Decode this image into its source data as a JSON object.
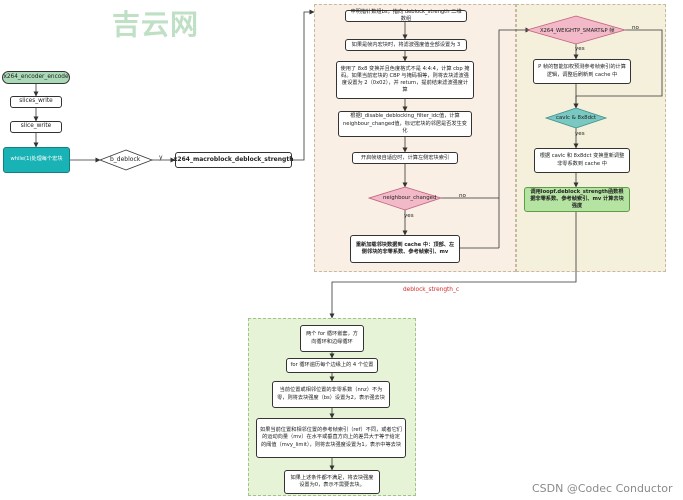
{
  "watermark_logo": "吉云网",
  "footer_credit": "CSDN @Codec Conductor",
  "colors": {
    "start_node": "#a9d9b7",
    "main_node": "#1ab3b5",
    "left_region": "#f9efe4",
    "right_region": "#f5f0dc",
    "bottom_region": "#e7f3d6",
    "diamond_pink": "#f2b9c8",
    "diamond_teal": "#79c8c2",
    "green_node": "#b4e3a2",
    "section_label": "#d22a2a"
  },
  "left_chain": {
    "start": "x264_encoder_encode",
    "step1": "slices_write",
    "step2": "slice_write",
    "loop": "while(1)处理每个宏块"
  },
  "decision_b_deblock": "b_deblock",
  "yes_y": "y",
  "main_function": "x264_macroblock_deblock_strength",
  "top_flow": {
    "n1": "申明指针数组bs，指向 deblock_strength 二维数组",
    "n2": "如果是帧内宏块时，将滤波强度值全部设置为 3",
    "n3": "使用了 8x8 变换并且色度格式不是 4:4:4，计算 cbp 掩码。如果当前宏块的 CBP 与掩码相等，则将去块滤波强度设置为 2（0x02），并 return，提前结束滤波强度计算",
    "n4": "根据l_disable_deblocking_filter_idc值，计算 neighbour_changed值，标记宏块的邻居是否发生变化",
    "n5": "开启帧级自适应时，计算左侧宏块索引",
    "d_neighbour": "neighbour_changed",
    "no": "no",
    "yes": "yes",
    "n6": "重新加载邻块数据到 cache 中：顶部、左侧邻块的非零系数、参考帧索引、mv"
  },
  "right_flow": {
    "d_weight": "X264_WEIGHTP_SMART&P 帧",
    "no": "no",
    "yes1": "yes",
    "r1": "P 帧的智能加权预测参考帧索引的计算逻辑，调整后刷新到 cache 中",
    "d_cavlc": "cavlc & 8x8dct",
    "yes2": "yes",
    "r2": "根据 cavlc 和 8x8dct 变换重新调整非零系数到 cache 中",
    "r3": "调用loopf.deblock_strength函数根据非零系数、参考帧索引、mv 计算去块强度"
  },
  "section_label": "deblock_strength_c",
  "bottom_flow": {
    "b1": "两个 for 循环嵌套，方向循环和边缘循环",
    "b2": "for 循环遍历每个边缘上的 4 个位置",
    "b3": "当前位置或相邻位置的非零系数（nnz）不为零，则将去块强度（bs）设置为2，表示强去块",
    "b4": "如果当前位置和相邻位置的参考帧索引（ref）不同，或者它们的运动向量（mv）在水平或垂直方向上的差异大于等于给定的阈值（mvy_limit），则将去块强度设置为1，表示中等去块",
    "b5": "如果上述条件都不满足，将去块强度设置为0，表示不需要去块。"
  }
}
